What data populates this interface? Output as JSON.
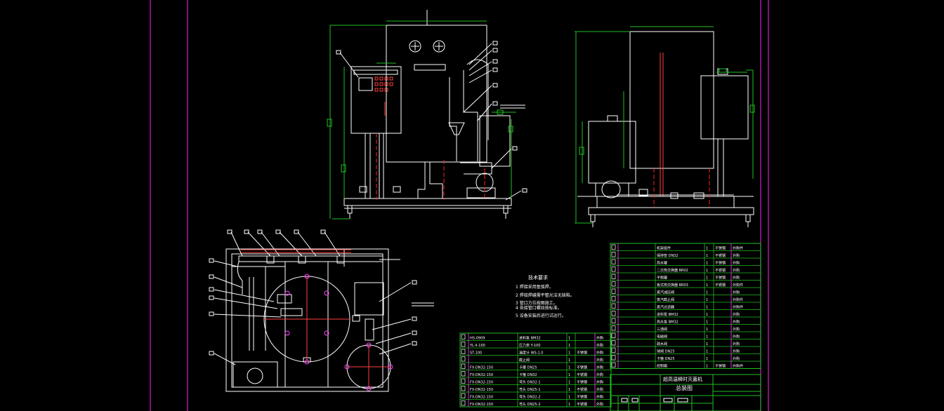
{
  "colors": {
    "background": "#000000",
    "line": "#ffffff",
    "frame": "#d020d0",
    "dimension": "#20c020",
    "center": "#ff2020",
    "flange": "#ff40ff",
    "table_grid": "#20c020",
    "table_cell_accent": "#ff40ff"
  },
  "notes": {
    "title": "技术要求",
    "items": [
      "1 焊接采用氩弧焊。",
      "2 焊接焊缝需平整光洁无缺陷。",
      "3 管口方位按图施工。",
      "4 各接管口螺纹按标准。",
      "5 设备安装后进行试运行。"
    ]
  },
  "title_block": {
    "product_name": "超高温瞬时灭菌机",
    "drawing_name": "总装图"
  },
  "bom_left": {
    "rows": [
      [
        "HS-0909",
        "进料泵 BM32",
        "1",
        "",
        "外购"
      ],
      [
        "YL-II-100",
        "压力表 Y-100",
        "1",
        "",
        "外购"
      ],
      [
        "ST-100",
        "温度计 WS-1.0",
        "1",
        "不锈钢",
        "外购"
      ],
      [
        "",
        "截止阀",
        "1",
        "",
        "外购"
      ],
      [
        "FX-DN32-150",
        "卡箍 DN25",
        "1",
        "不锈钢",
        "外购"
      ],
      [
        "FX-DN32-150",
        "卡箍 DN32",
        "1",
        "不锈钢",
        "外购"
      ],
      [
        "FX-DN32-150",
        "弯头 DN32-1",
        "1",
        "不锈钢",
        "外购"
      ],
      [
        "FX-DN32-150",
        "弯头 DN25-1",
        "1",
        "不锈钢",
        "外购"
      ],
      [
        "FX-DN32-150",
        "弯头 DN32-2",
        "1",
        "不锈钢",
        "外购"
      ],
      [
        "FX-DN32-150",
        "弯头 DN25-2",
        "1",
        "不锈钢",
        "外购"
      ]
    ]
  },
  "bom_right": {
    "rows": [
      [
        "",
        "机架组件",
        "1",
        "不锈钢",
        "外购件"
      ],
      [
        "",
        "保持管 DN32",
        "1",
        "不锈钢",
        "外购"
      ],
      [
        "",
        "热水罐",
        "1",
        "不锈钢",
        "外购"
      ],
      [
        "",
        "二次热交换器 BR02",
        "1",
        "不锈钢",
        "外购"
      ],
      [
        "",
        "平衡罐",
        "1",
        "不锈钢",
        "外购"
      ],
      [
        "",
        "板式热交换器 BR03",
        "1",
        "不锈钢",
        "外购件"
      ],
      [
        "",
        "蒸汽减压阀",
        "1",
        "",
        "外购"
      ],
      [
        "",
        "蒸汽截止阀",
        "1",
        "",
        "外购件"
      ],
      [
        "",
        "蒸汽过滤器",
        "1",
        "",
        "外购件"
      ],
      [
        "",
        "进料泵 BM32",
        "1",
        "",
        "外购"
      ],
      [
        "",
        "热水泵 BM32",
        "1",
        "",
        "外购"
      ],
      [
        "",
        "三通阀",
        "1",
        "",
        "外购"
      ],
      [
        "",
        "电磁阀",
        "1",
        "",
        "外购"
      ],
      [
        "",
        "疏水阀",
        "1",
        "",
        "外购"
      ],
      [
        "",
        "球阀 DN25",
        "1",
        "",
        "外购"
      ],
      [
        "",
        "卡箍 DN25",
        "1",
        "",
        "外购"
      ],
      [
        "",
        "控制箱",
        "1",
        "不锈钢",
        "外购件"
      ]
    ]
  }
}
